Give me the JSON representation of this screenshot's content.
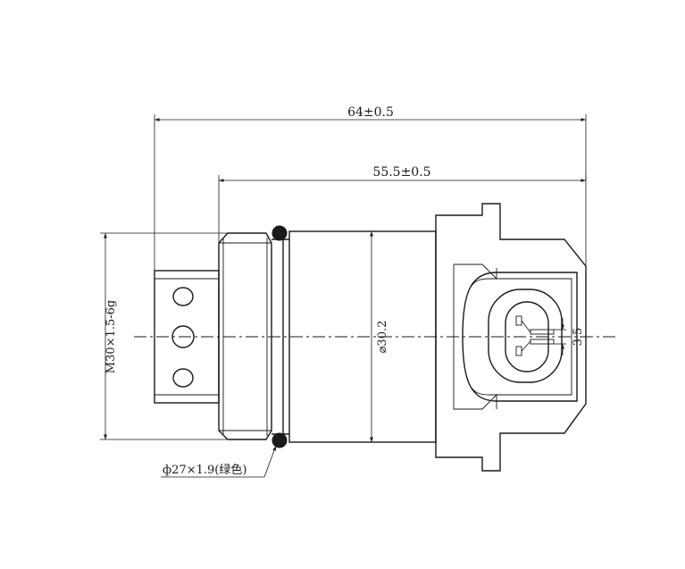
{
  "dimensions": {
    "overall_length": "64±0.5",
    "body_length": "55.5±0.5",
    "thread": "M30×1.5-6g",
    "body_diameter": "⌀30.2",
    "oring": "ф27×1.9(绿色)",
    "pin_spacing": "3.5"
  }
}
